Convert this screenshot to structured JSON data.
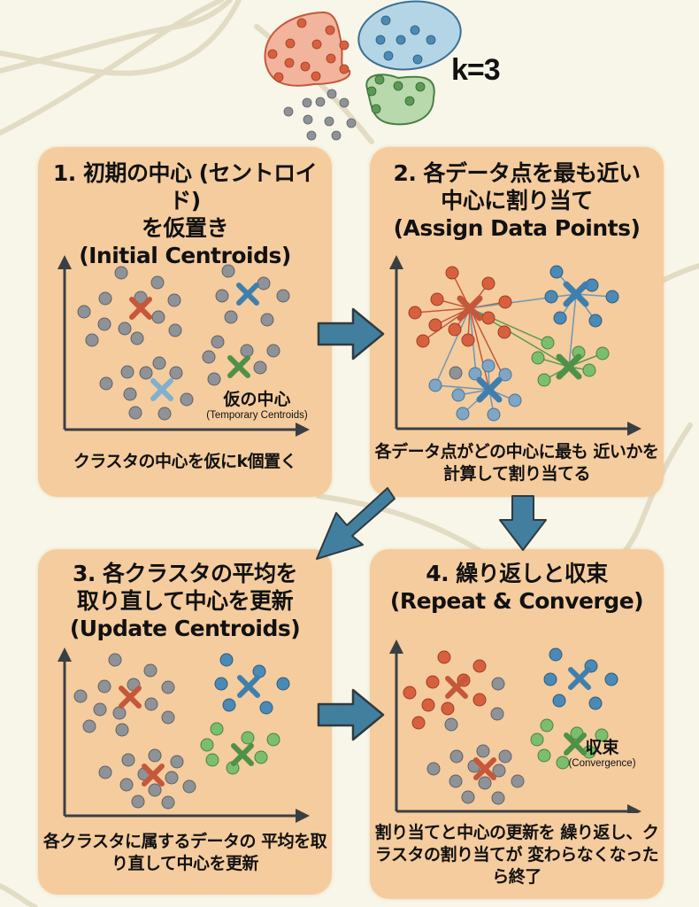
{
  "header": {
    "k_label": "k=3",
    "hero_clusters": [
      {
        "name": "red-cluster",
        "color": "#d9603f",
        "fill": "#f2b49c"
      },
      {
        "name": "blue-cluster",
        "color": "#4b8ab7",
        "fill": "#b4d5e6"
      },
      {
        "name": "green-cluster",
        "color": "#5a9a54",
        "fill": "#b8d9ab"
      },
      {
        "name": "unassigned-points",
        "color": "#8f9398"
      }
    ]
  },
  "colors": {
    "background": "#f8f6e8",
    "panel": "#f5cc9e",
    "red": "#d9603f",
    "blue": "#4b8ab7",
    "green": "#5a9a54",
    "gray": "#8f9398",
    "arrow": "#427f9f",
    "axis": "#3a3f44"
  },
  "steps": [
    {
      "number": "1.",
      "title_jp_line1": "1. 初期の中心 (セントロイド)",
      "title_jp_line2": "を仮置き",
      "title_en": "(Initial Centroids)",
      "annotation_jp": "仮の中心",
      "annotation_en": "(Temporary Centroids)",
      "caption_line1": "クラスタの中心を仮にk個置く",
      "caption_line2": ""
    },
    {
      "number": "2.",
      "title_jp_line1": "2. 各データ点を最も近い",
      "title_jp_line2": "中心に割り当て",
      "title_en": "(Assign Data Points)",
      "caption_line1": "各データ点がどの中心に最も",
      "caption_line2": "近いかを計算して割り当てる"
    },
    {
      "number": "3.",
      "title_jp_line1": "3. 各クラスタの平均を",
      "title_jp_line2": "取り直して中心を更新",
      "title_en": "(Update Centroids)",
      "caption_line1": "各クラスタに属するデータの",
      "caption_line2": "平均を取り直して中心を更新"
    },
    {
      "number": "4.",
      "title_jp_line1": "4. 繰り返しと収束",
      "title_en": "(Repeat & Converge)",
      "annotation_jp": "収束",
      "annotation_en": "(Convergence)",
      "caption_line1": "割り当てと中心の更新を",
      "caption_line2": "繰り返し、クラスタの割り当てが",
      "caption_line3": "変わらなくなったら終了"
    }
  ],
  "flow_arrows": [
    {
      "from": "step-1",
      "to": "step-2",
      "direction": "right"
    },
    {
      "from": "step-2",
      "to": "step-3",
      "direction": "down-left"
    },
    {
      "from": "step-2",
      "to": "step-4",
      "direction": "down"
    },
    {
      "from": "step-3",
      "to": "step-4",
      "direction": "right"
    }
  ]
}
